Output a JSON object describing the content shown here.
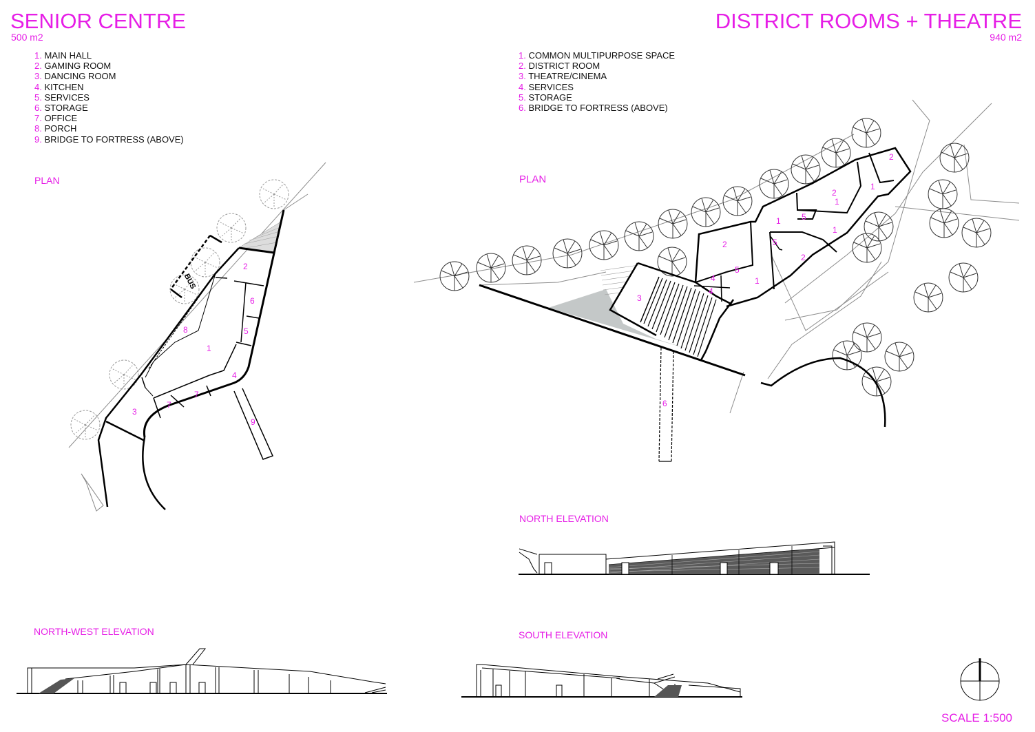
{
  "senior_centre": {
    "title": "SENIOR CENTRE",
    "area": "500 m2",
    "legend": [
      {
        "num": "1.",
        "label": "MAIN HALL"
      },
      {
        "num": "2.",
        "label": "GAMING ROOM"
      },
      {
        "num": "3.",
        "label": "DANCING ROOM"
      },
      {
        "num": "4.",
        "label": "KITCHEN"
      },
      {
        "num": "5.",
        "label": "SERVICES"
      },
      {
        "num": "6.",
        "label": "STORAGE"
      },
      {
        "num": "7.",
        "label": "OFFICE"
      },
      {
        "num": "8.",
        "label": "PORCH"
      },
      {
        "num": "9.",
        "label": "BRIDGE TO FORTRESS (ABOVE)"
      }
    ],
    "plan_label": "PLAN",
    "bus_label": "BUS",
    "elevation_label": "NORTH-WEST ELEVATION",
    "room_numbers": [
      "1",
      "2",
      "3",
      "4",
      "5",
      "6",
      "7",
      "7",
      "8",
      "9"
    ]
  },
  "district": {
    "title": "DISTRICT ROOMS + THEATRE",
    "area": "940 m2",
    "legend": [
      {
        "num": "1.",
        "label": "COMMON MULTIPURPOSE SPACE"
      },
      {
        "num": "2.",
        "label": "DISTRICT ROOM"
      },
      {
        "num": "3.",
        "label": "THEATRE/CINEMA"
      },
      {
        "num": "4.",
        "label": "SERVICES"
      },
      {
        "num": "5.",
        "label": "STORAGE"
      },
      {
        "num": "6.",
        "label": "BRIDGE TO FORTRESS (ABOVE)"
      }
    ],
    "plan_label": "PLAN",
    "north_elevation_label": "NORTH ELEVATION",
    "south_elevation_label": "SOUTH ELEVATION",
    "room_numbers": [
      "1",
      "1",
      "1",
      "1",
      "1",
      "2",
      "2",
      "2",
      "2",
      "3",
      "4",
      "4",
      "5",
      "5",
      "5",
      "6"
    ]
  },
  "scale": "SCALE 1:500",
  "colors": {
    "accent": "#e61ee6",
    "line": "#000000",
    "site": "#8c8c8c",
    "fill_grey": "#c4c8c8"
  }
}
